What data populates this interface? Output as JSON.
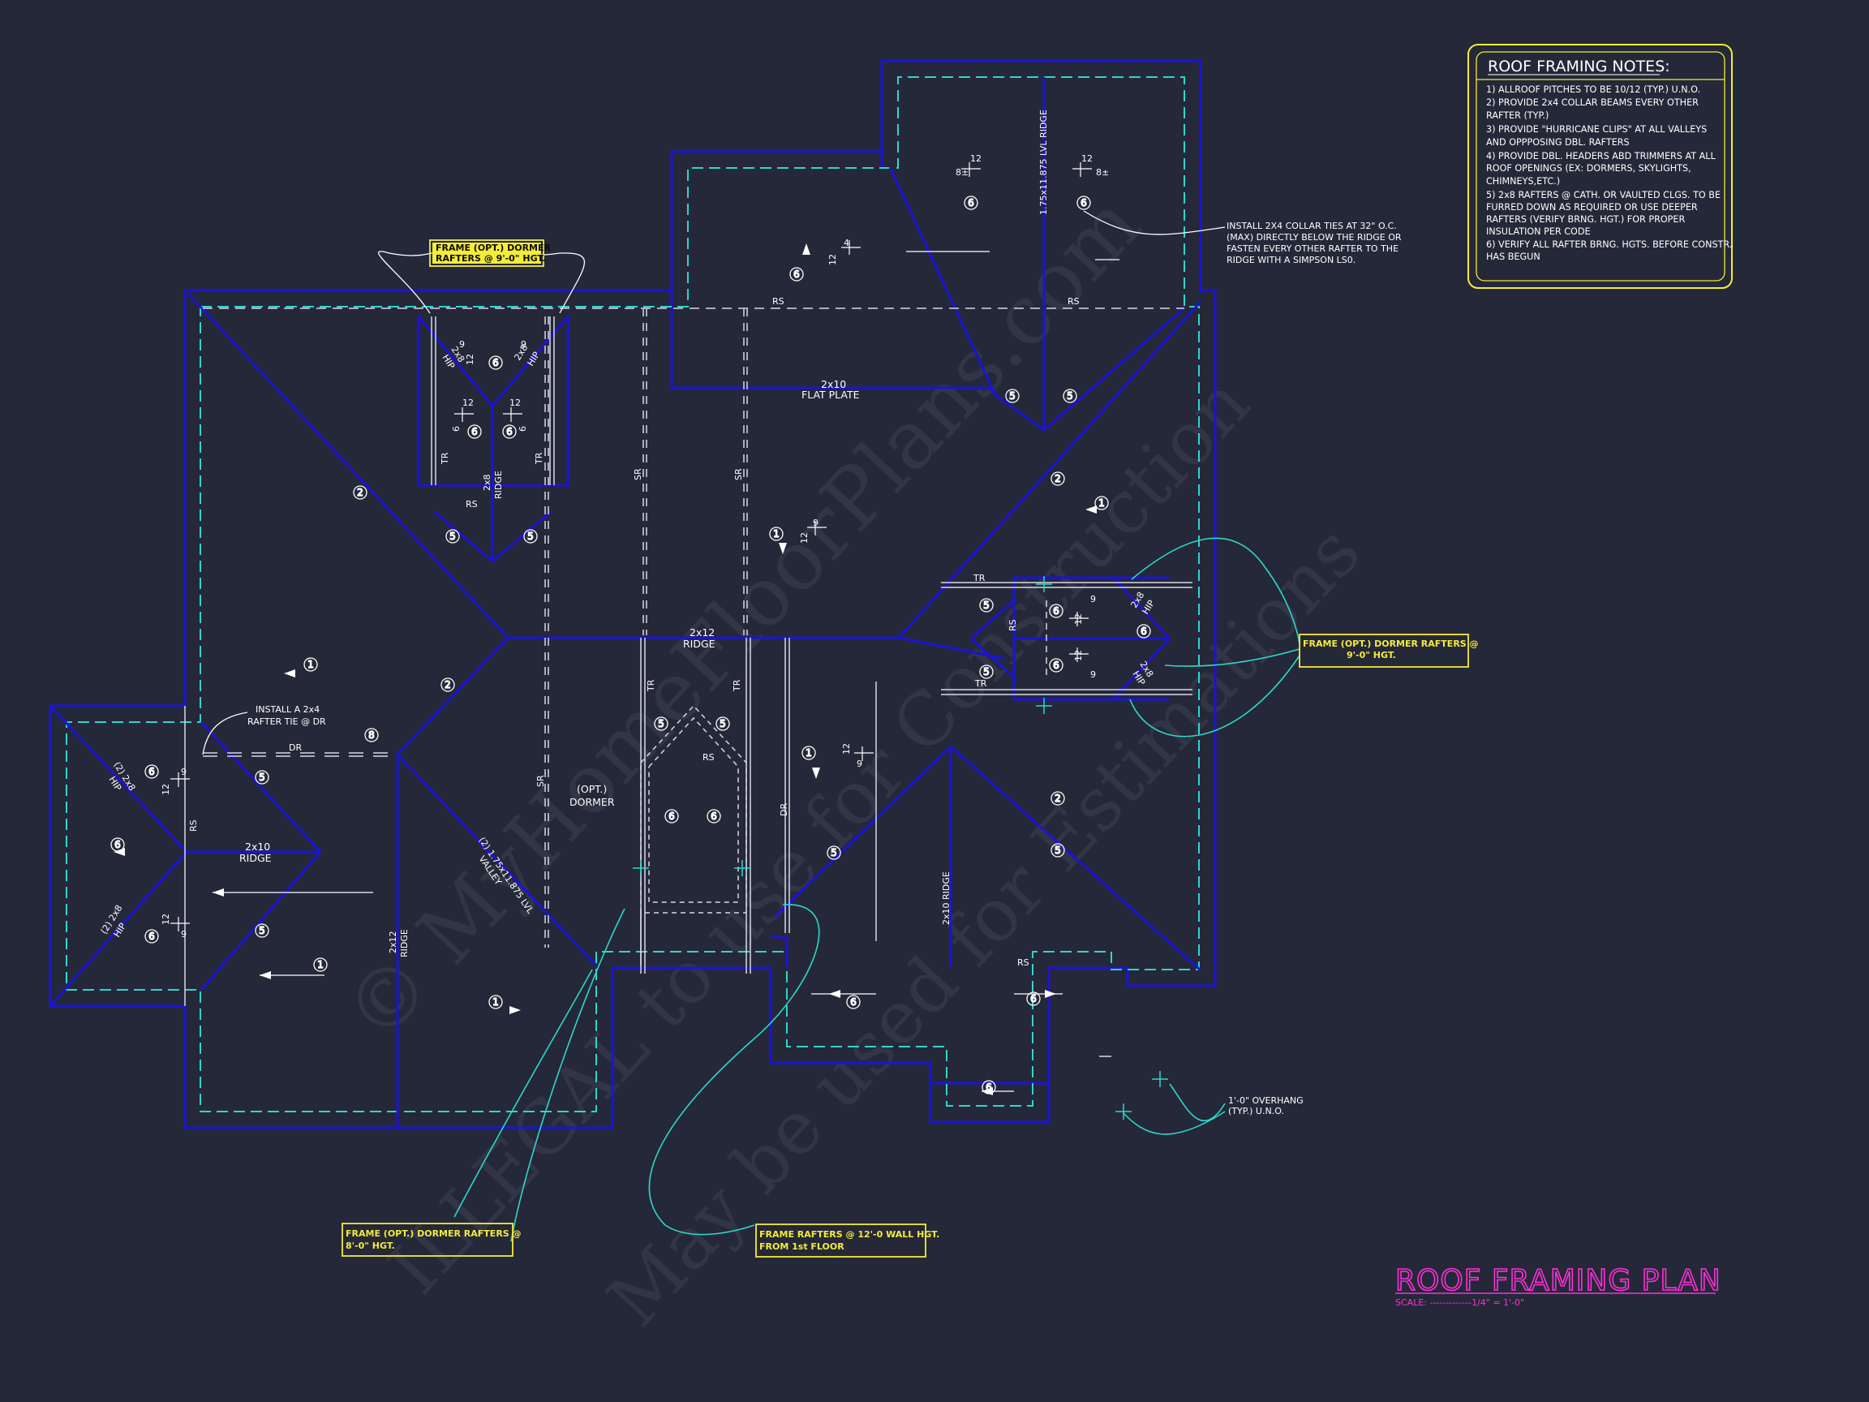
{
  "colors": {
    "background": "#252838",
    "wall": "#1a14d8",
    "eave_dash": "#2fd6cc",
    "ridge": "#1a14d8",
    "leader": "#2fd6cc",
    "note_box": "#f4ec3a",
    "title": "#ff2fd8",
    "text": "#ffffff"
  },
  "title": {
    "main": "ROOF FRAMING PLAN",
    "scale": "SCALE: -------------1/4\" = 1'-0\""
  },
  "notes": {
    "heading": "ROOF FRAMING NOTES:",
    "lines": [
      "1) ALLROOF PITCHES TO BE  10/12 (TYP.) U.N.O.",
      "2) PROVIDE 2x4 COLLAR BEAMS EVERY OTHER",
      "    RAFTER (TYP.)",
      "3) PROVIDE \"HURRICANE CLIPS\" AT ALL VALLEYS",
      "    AND OPPPOSING DBL. RAFTERS",
      "4) PROVIDE DBL. HEADERS ABD TRIMMERS AT ALL",
      "    ROOF OPENINGS (EX: DORMERS, SKYLIGHTS,",
      "    CHIMNEYS,ETC.)",
      "5) 2x8 RAFTERS @ CATH. OR VAULTED CLGS. TO BE",
      "    FURRED DOWN AS REQUIRED OR USE DEEPER",
      "    RAFTERS (VERIFY BRNG. HGT.) FOR PROPER",
      "    INSULATION PER CODE",
      "6) VERIFY ALL RAFTER BRNG. HGTS. BEFORE CONSTR.",
      "    HAS BEGUN"
    ]
  },
  "callouts": {
    "dormer_top_left": [
      "FRAME (OPT.) DORMER",
      "RAFTERS @ 9'-0\" HGT."
    ],
    "dormer_right": [
      "FRAME (OPT.) DORMER RAFTERS @",
      "9'-0\" HGT."
    ],
    "dormer_bottom_left": [
      "FRAME (OPT.) DORMER RAFTERS @",
      "8'-0\" HGT."
    ],
    "wall_hgt": [
      "FRAME RAFTERS @ 12'-0 WALL HGT.",
      "FROM 1st FLOOR"
    ]
  },
  "annotations": {
    "collar_ties": [
      "INSTALL 2X4 COLLAR TIES AT 32\" O.C.",
      "(MAX) DIRECTLY BELOW THE RIDGE OR",
      "FASTEN EVERY OTHER RAFTER TO THE",
      "RIDGE WITH A SIMPSON LS0."
    ],
    "rafter_tie": [
      "INSTALL A 2x4",
      "RAFTER TIE @ DR"
    ],
    "overhang": [
      "1'-0\" OVERHANG",
      "(TYP.) U.N.O."
    ],
    "flat_plate": [
      "2x10",
      "FLAT PLATE"
    ],
    "main_ridge": [
      "2x12",
      "RIDGE"
    ],
    "left_ridge": [
      "2x10",
      "RIDGE"
    ],
    "opt_dormer": [
      "(OPT.)",
      "DORMER"
    ],
    "valley": [
      "(2) 1.75x11.875 LVL",
      "VALLEY"
    ],
    "lvl_ridge": "1.75x11.875 LVL RIDGE",
    "ridge_2x10_vertical": "2x10 RIDGE",
    "ridge_2x12_vertical": [
      "2x12",
      "RIDGE"
    ],
    "ridge_2x8": [
      "2x8",
      "RIDGE"
    ],
    "hip_2x8": [
      "2x8",
      "HIP"
    ],
    "hip_2_2x8": [
      "(2) 2x8",
      "HIP"
    ],
    "rs": "RS",
    "tr": "TR",
    "sr": "SR",
    "dr": "DR"
  },
  "watermark": [
    "© MyHomeFloorPlans.com",
    "ILLEGAL to use for Construction",
    "May be used for Estimations"
  ]
}
